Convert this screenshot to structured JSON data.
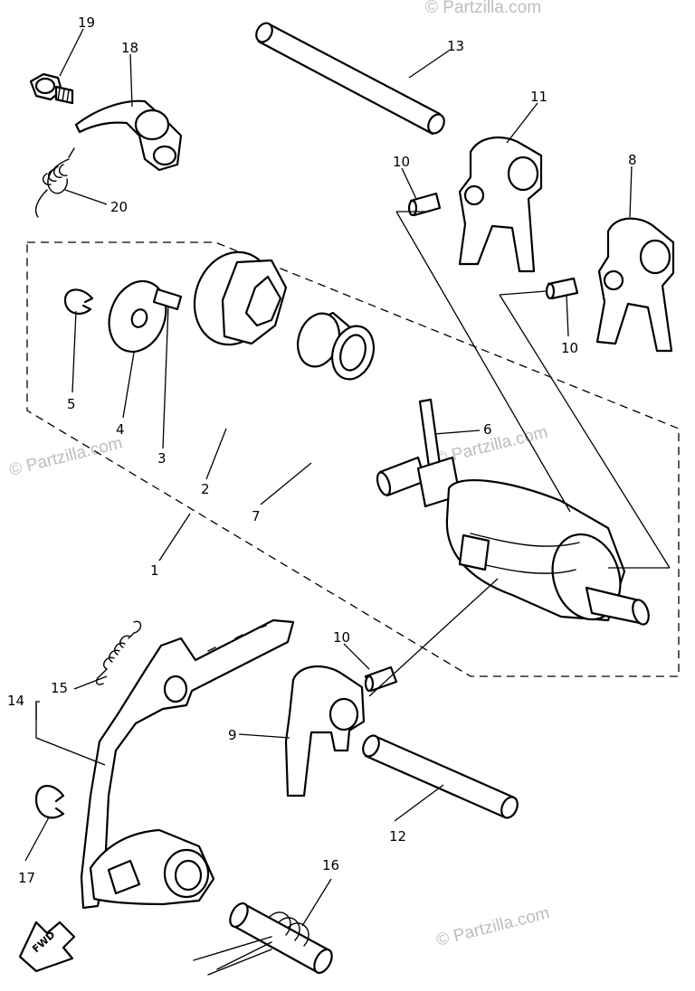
{
  "watermarks": [
    "© Partzilla.com",
    "© Partzilla.com",
    "© Partzilla.com",
    "© Partzilla.com"
  ],
  "fwd_label": "FWD",
  "callouts": [
    {
      "id": "19",
      "text": "19"
    },
    {
      "id": "18",
      "text": "18"
    },
    {
      "id": "20",
      "text": "20"
    },
    {
      "id": "13",
      "text": "13"
    },
    {
      "id": "11",
      "text": "11"
    },
    {
      "id": "10a",
      "text": "10"
    },
    {
      "id": "8",
      "text": "8"
    },
    {
      "id": "10b",
      "text": "10"
    },
    {
      "id": "5",
      "text": "5"
    },
    {
      "id": "4",
      "text": "4"
    },
    {
      "id": "3",
      "text": "3"
    },
    {
      "id": "2",
      "text": "2"
    },
    {
      "id": "7",
      "text": "7"
    },
    {
      "id": "6",
      "text": "6"
    },
    {
      "id": "1",
      "text": "1"
    },
    {
      "id": "10c",
      "text": "10"
    },
    {
      "id": "15",
      "text": "15"
    },
    {
      "id": "14",
      "text": "14"
    },
    {
      "id": "9",
      "text": "9"
    },
    {
      "id": "12",
      "text": "12"
    },
    {
      "id": "17",
      "text": "17"
    },
    {
      "id": "16",
      "text": "16"
    }
  ]
}
